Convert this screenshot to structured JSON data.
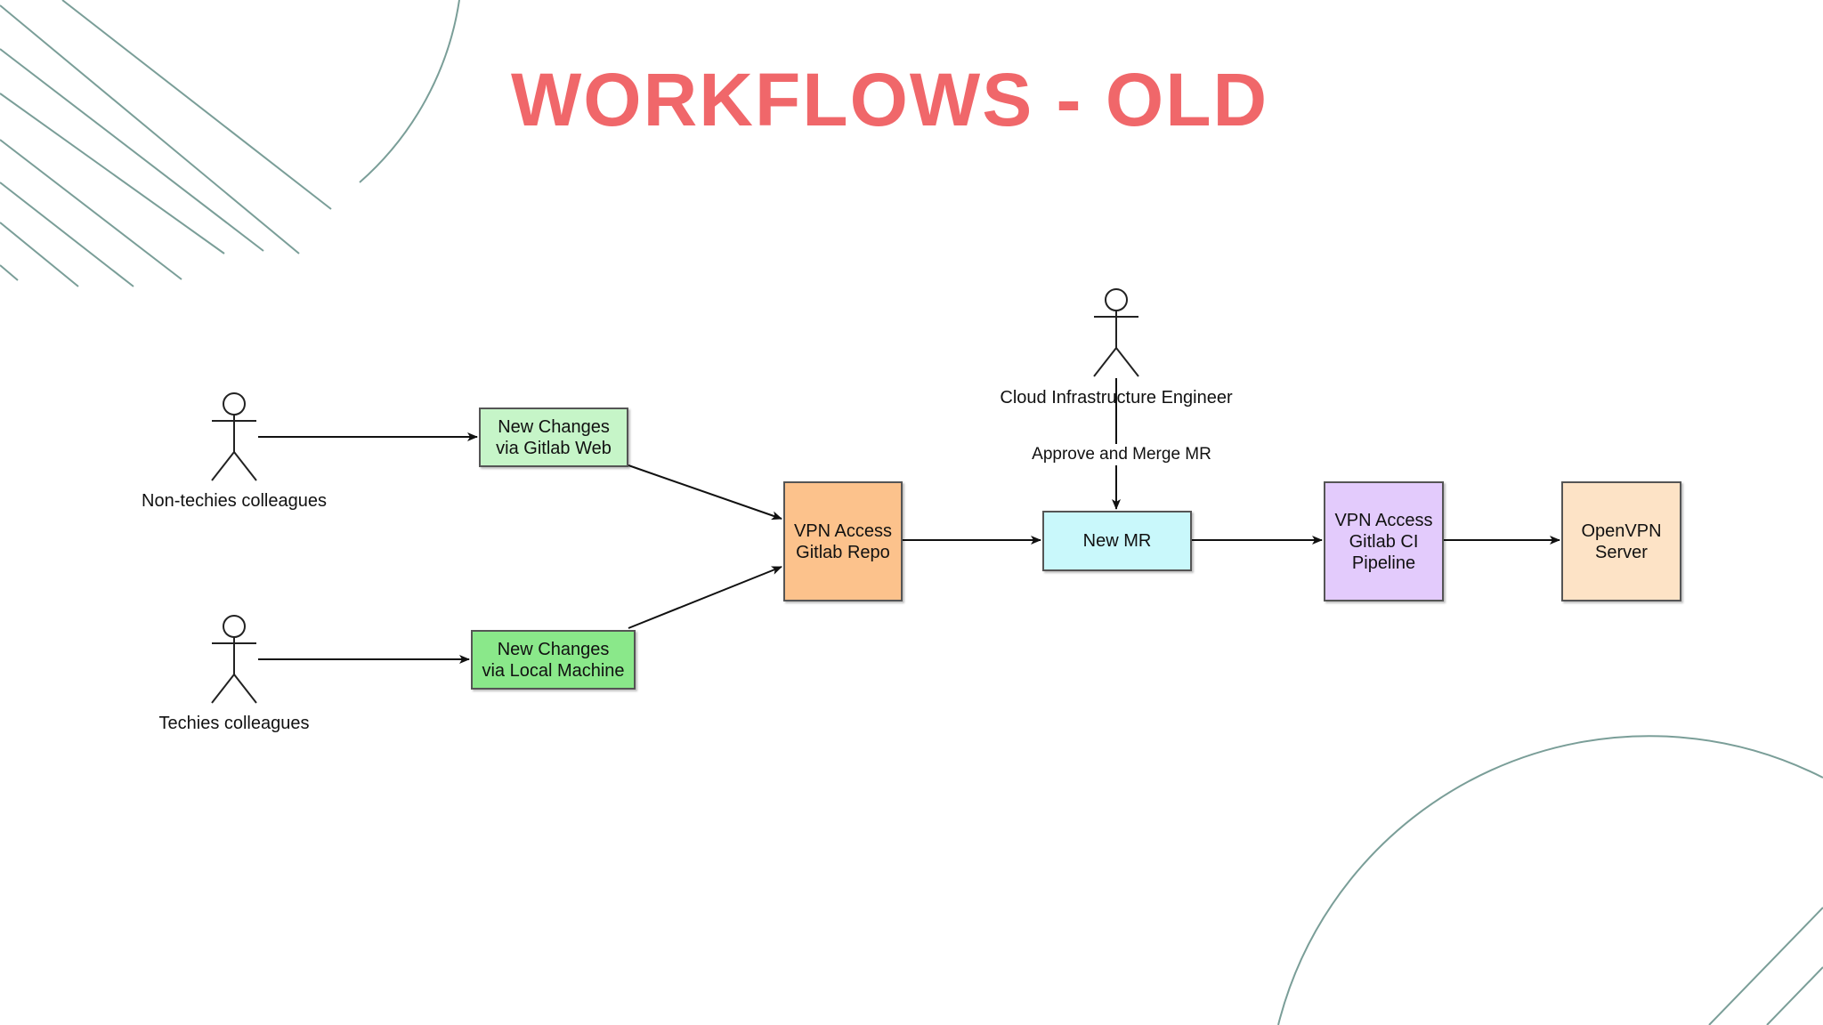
{
  "title": "WORKFLOWS - OLD",
  "colors": {
    "title": "#f0676a",
    "decoration": "#7a9e98",
    "box_web": "#c6f5c8",
    "box_local": "#8ae88a",
    "box_repo": "#fcc28c",
    "box_mr": "#c9f8fb",
    "box_pipeline": "#e3cbfc",
    "box_server": "#fde3c6"
  },
  "actors": {
    "non_techies": "Non-techies colleagues",
    "techies": "Techies colleagues",
    "engineer": "Cloud Infrastructure Engineer"
  },
  "nodes": {
    "gitlab_web": "New Changes\nvia Gitlab Web",
    "local_machine": "New Changes\nvia Local Machine",
    "repo": "VPN Access\nGitlab Repo",
    "new_mr": "New MR",
    "pipeline": "VPN Access\nGitlab CI\nPipeline",
    "server": "OpenVPN\nServer"
  },
  "edges": {
    "approve": "Approve and Merge MR"
  }
}
